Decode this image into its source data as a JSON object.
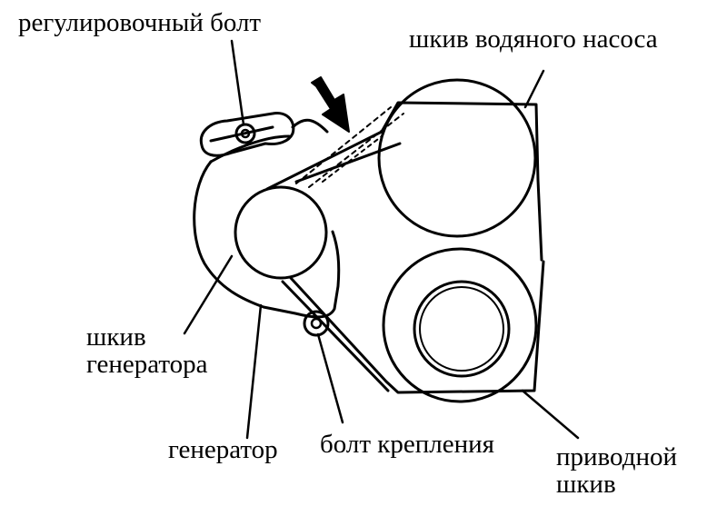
{
  "labels": {
    "adjusting_bolt": "регулировочный болт",
    "water_pump_pulley": "шкив водяного насоса",
    "alternator_pulley_line1": "шкив",
    "alternator_pulley_line2": "генератора",
    "alternator": "генератор",
    "mounting_bolt": "болт крепления",
    "drive_pulley_line1": "приводной",
    "drive_pulley_line2": "шкив"
  },
  "colors": {
    "ink": "#000000",
    "background": "#ffffff"
  }
}
